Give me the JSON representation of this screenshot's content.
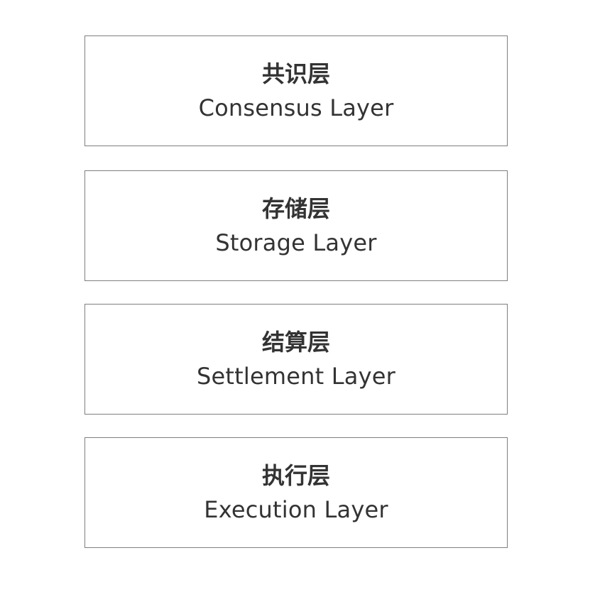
{
  "layers": [
    {
      "zh": "共识层",
      "en": "Consensus Layer"
    },
    {
      "zh": "存储层",
      "en": "Storage Layer"
    },
    {
      "zh": "结算层",
      "en": "Settlement Layer"
    },
    {
      "zh": "执行层",
      "en": "Execution Layer"
    }
  ],
  "colors": {
    "border": "#7f7f7f",
    "text": "#333333",
    "background": "#ffffff"
  }
}
